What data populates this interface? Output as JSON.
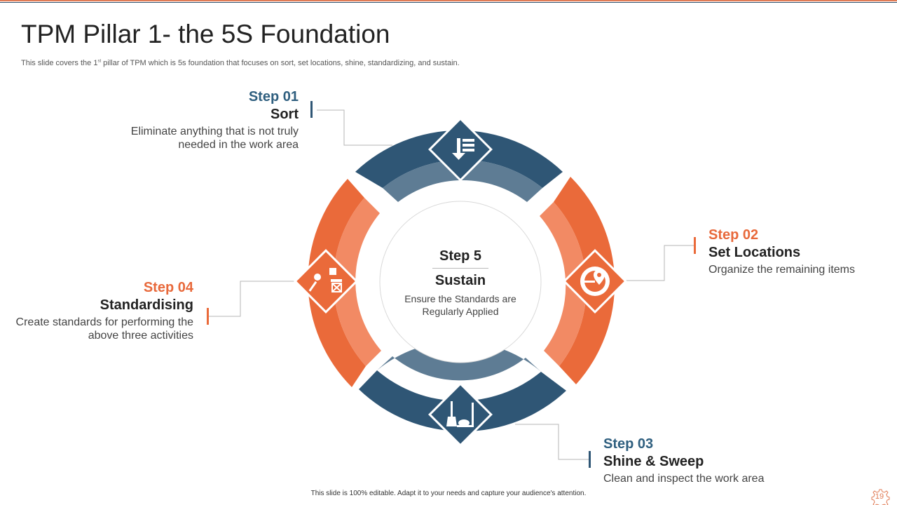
{
  "slide": {
    "title": "TPM Pillar 1- the 5S Foundation",
    "subtitle_pre": "This slide covers the 1",
    "subtitle_sup": "st",
    "subtitle_post": " pillar of TPM which is 5s foundation that focuses on sort, set locations, shine, standardizing, and sustain.",
    "footer": "This slide is 100% editable.  Adapt it to your needs and capture your audience's attention.",
    "page_number": "19"
  },
  "steps": [
    {
      "num": "Step 01",
      "name": "Sort",
      "desc": "Eliminate anything that is not truly  needed in the work area",
      "icon": "sort-icon"
    },
    {
      "num": "Step 02",
      "name": "Set Locations",
      "desc": "Organize the remaining items",
      "icon": "location-pin-icon"
    },
    {
      "num": "Step 03",
      "name": "Shine & Sweep",
      "desc": "Clean and inspect the work area",
      "icon": "broom-icon"
    },
    {
      "num": "Step 04",
      "name": "Standardising",
      "desc": "Create standards for performing the above three activities",
      "icon": "standards-icon"
    }
  ],
  "center": {
    "num": "Step 5",
    "name": "Sustain",
    "desc": "Ensure the Standards are Regularly Applied"
  },
  "colors": {
    "blue_dark": "#2f5675",
    "blue_light": "#5e7c94",
    "orange_dark": "#ea6a3a",
    "orange_light": "#f28a64",
    "accent_orange": "#e8693b",
    "accent_blue": "#2f5f7f"
  }
}
